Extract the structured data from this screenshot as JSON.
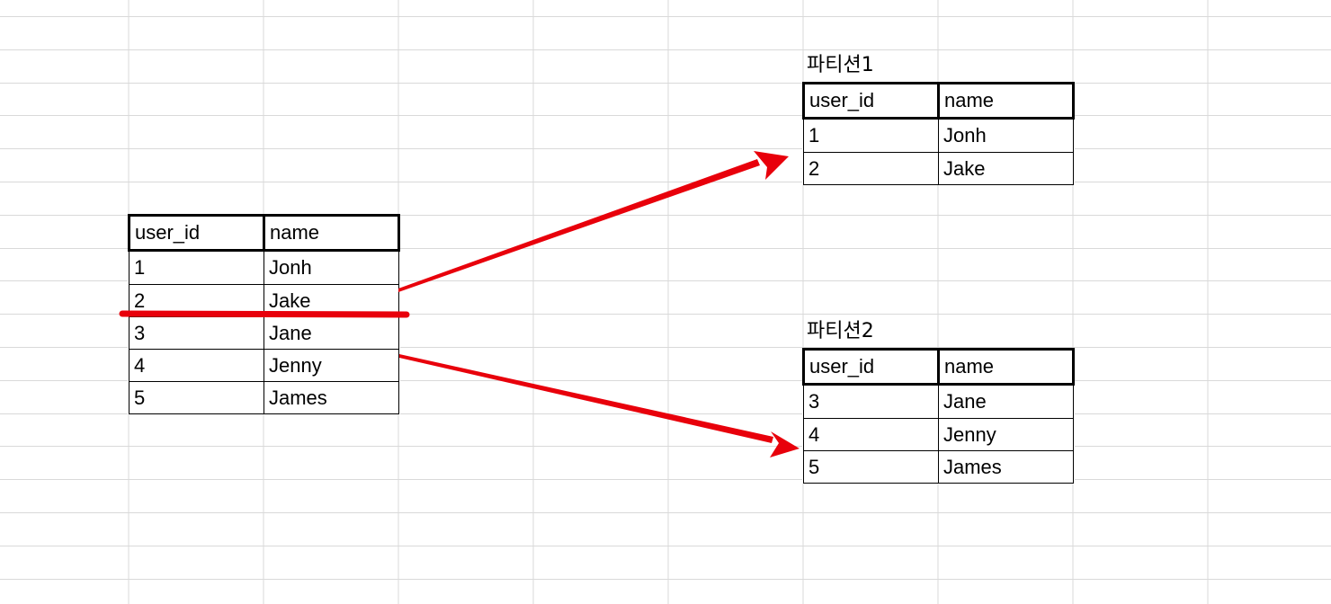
{
  "colors": {
    "gridline": "#d9d9d9",
    "table_border": "#000000",
    "annotation": "#e8000b"
  },
  "source_table": {
    "headers": [
      "user_id",
      "name"
    ],
    "rows": [
      [
        "1",
        "Jonh"
      ],
      [
        "2",
        "Jake"
      ],
      [
        "3",
        "Jane"
      ],
      [
        "4",
        "Jenny"
      ],
      [
        "5",
        "James"
      ]
    ]
  },
  "partitions": [
    {
      "label": "파티션1",
      "headers": [
        "user_id",
        "name"
      ],
      "rows": [
        [
          "1",
          "Jonh"
        ],
        [
          "2",
          "Jake"
        ]
      ]
    },
    {
      "label": "파티션2",
      "headers": [
        "user_id",
        "name"
      ],
      "rows": [
        [
          "3",
          "Jane"
        ],
        [
          "4",
          "Jenny"
        ],
        [
          "5",
          "James"
        ]
      ]
    }
  ]
}
